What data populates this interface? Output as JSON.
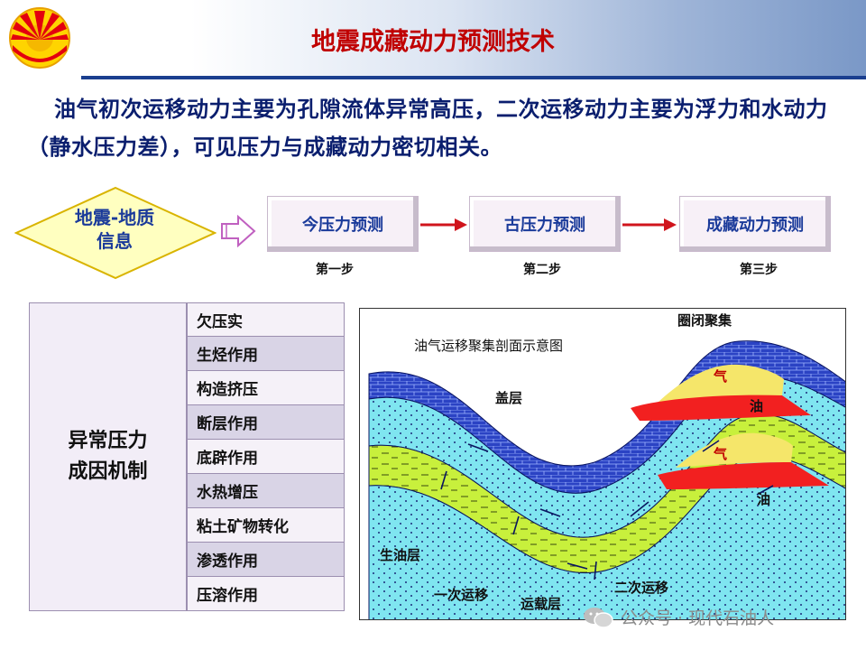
{
  "header": {
    "title": "地震成藏动力预测技术"
  },
  "intro": {
    "text": "油气初次运移动力主要为孔隙流体异常高压，二次运移动力主要为浮力和水动力（静水压力差），可见压力与成藏动力密切相关。"
  },
  "flow": {
    "input_line1": "地震-地质",
    "input_line2": "信息",
    "steps": [
      {
        "label": "今压力预测",
        "caption": "第一步"
      },
      {
        "label": "古压力预测",
        "caption": "第二步"
      },
      {
        "label": "成藏动力预测",
        "caption": "第三步"
      }
    ],
    "arrow_color": "#d0141c"
  },
  "mechanism": {
    "title_line1": "异常压力",
    "title_line2": "成因机制",
    "items": [
      "欠压实",
      "生烃作用",
      "构造挤压",
      "断层作用",
      "底辟作用",
      "水热增压",
      "粘土矿物转化",
      "渗透作用",
      "压溶作用"
    ]
  },
  "diagram": {
    "title": "油气运移聚集剖面示意图",
    "labels": {
      "trap": "圈闭聚集",
      "cap": "盖层",
      "gas_upper": "气",
      "oil_upper": "油",
      "gas_lower": "气",
      "oil_lower": "油",
      "source": "生油层",
      "primary": "一次运移",
      "carrier": "运载层",
      "secondary": "二次运移"
    },
    "colors": {
      "cap": "#2b43c4",
      "carrier": "#7fe5f0",
      "source": "#c8f03c",
      "oil": "#f22020",
      "gas": "#f5e66a"
    }
  },
  "watermark": {
    "text": "公众号 · 现代石油人"
  },
  "brand": {
    "title_color": "#c00000",
    "text_color": "#0a1e6e",
    "accent": "#1b3f8f"
  }
}
